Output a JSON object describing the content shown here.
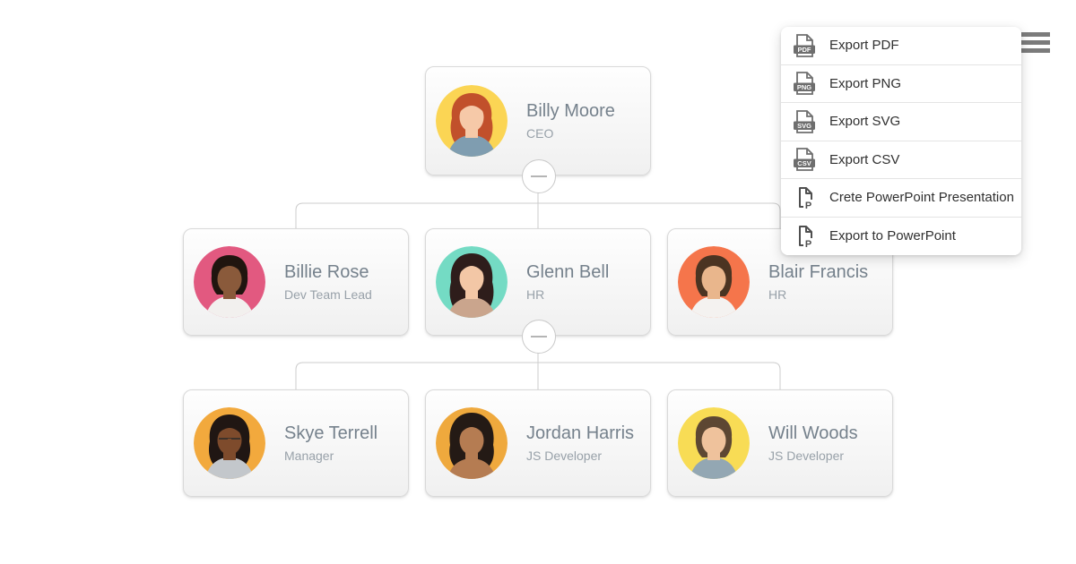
{
  "export_menu": {
    "items": [
      {
        "label": "Export PDF",
        "badge": "PDF"
      },
      {
        "label": "Export PNG",
        "badge": "PNG"
      },
      {
        "label": "Export SVG",
        "badge": "SVG"
      },
      {
        "label": "Export CSV",
        "badge": "CSV"
      },
      {
        "label": "Crete PowerPoint Presentation",
        "badge": "P"
      },
      {
        "label": "Export to PowerPoint",
        "badge": "P"
      }
    ]
  },
  "org_chart": {
    "nodes": [
      {
        "name": "Billy Moore",
        "title": "CEO",
        "avatar": {
          "bg": "#fbd554",
          "hair": "#c1502b",
          "skin": "#f6c9a8",
          "shirt": "#7f9db0"
        }
      },
      {
        "name": "Billie Rose",
        "title": "Dev Team Lead",
        "avatar": {
          "bg": "#e25980",
          "hair": "#20150f",
          "skin": "#8a5a3b",
          "shirt": "#f2f0ee"
        }
      },
      {
        "name": "Glenn Bell",
        "title": "HR",
        "avatar": {
          "bg": "#74dbc4",
          "hair": "#2e1d1b",
          "skin": "#f3c7a6",
          "shirt": "#caa58d"
        }
      },
      {
        "name": "Blair Francis",
        "title": "HR",
        "avatar": {
          "bg": "#f5754b",
          "hair": "#4b3422",
          "skin": "#e9b68c",
          "shirt": "#f4f2f0"
        }
      },
      {
        "name": "Skye Terrell",
        "title": "Manager",
        "avatar": {
          "bg": "#f2a93d",
          "hair": "#201613",
          "skin": "#7e4b2c",
          "shirt": "#c3c7cb"
        }
      },
      {
        "name": "Jordan Harris",
        "title": "JS Developer",
        "avatar": {
          "bg": "#efa93d",
          "hair": "#241a15",
          "skin": "#b57c52",
          "shirt": "#a56b44"
        }
      },
      {
        "name": "Will Woods",
        "title": "JS Developer",
        "avatar": {
          "bg": "#f8dc55",
          "hair": "#5d4733",
          "skin": "#efc29c",
          "shirt": "#93a7b3"
        }
      }
    ]
  },
  "colors": {
    "connector": "#cccccc",
    "card_border": "#d9d9d9",
    "name_text": "#75818c",
    "title_text": "#98a1a9",
    "menu_text": "#303030",
    "icon_gray": "#6e6e6e",
    "hamburger": "#7b7b7b"
  }
}
